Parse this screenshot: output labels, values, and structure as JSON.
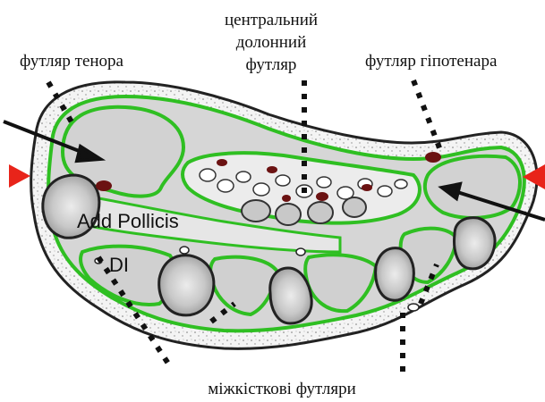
{
  "labels": {
    "thenar_sheath": "футляр тенора",
    "central_palmar_sheath": [
      "центральний",
      "долонний",
      "футляр"
    ],
    "hypothenar_sheath": "футляр гіпотенара",
    "interosseous_sheaths": "міжкісткові футляри",
    "adductor_pollicis": "Add Pollicis",
    "dorsal_interosseous": "DI"
  },
  "colors": {
    "fascia": "#2fbf22",
    "fascia_dark": "#1a7a12",
    "muscle": "#d4d4d4",
    "bone": "#9a9a9a",
    "bone_light": "#ececec",
    "skin": "#f2f2f2",
    "vessel": "#6b1212",
    "arrow": "#111111",
    "marker": "#e8241a",
    "pointer": "#111111"
  },
  "icons": {
    "arrow_left": "arrow-icon",
    "arrow_right": "arrow-icon",
    "markers": "triangle-marker-icon"
  }
}
